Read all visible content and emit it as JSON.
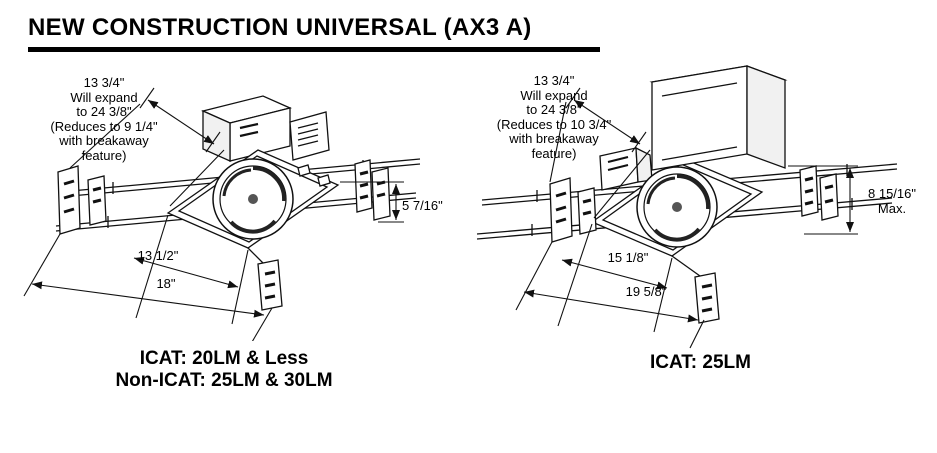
{
  "title": "NEW CONSTRUCTION UNIVERSAL (AX3 A)",
  "figures": [
    {
      "expand_note": [
        "13 3/4\"",
        "Will expand",
        "to 24 3/8\"",
        "(Reduces to 9 1/4\"",
        "with breakaway",
        "feature)"
      ],
      "height": "5 7/16\"",
      "width_inner": "13 1/2\"",
      "width_outer": "18\"",
      "caption_lines": [
        "ICAT: 20LM & Less",
        "Non-ICAT: 25LM & 30LM"
      ]
    },
    {
      "expand_note": [
        "13 3/4\"",
        "Will expand",
        "to 24 3/8\"",
        "(Reduces to 10 3/4\"",
        "with breakaway",
        "feature)"
      ],
      "height": "8 15/16\"",
      "height_suffix": "Max.",
      "width_inner": "15 1/8\"",
      "width_outer": "19 5/8\"",
      "caption_lines": [
        "ICAT: 25LM"
      ]
    }
  ]
}
